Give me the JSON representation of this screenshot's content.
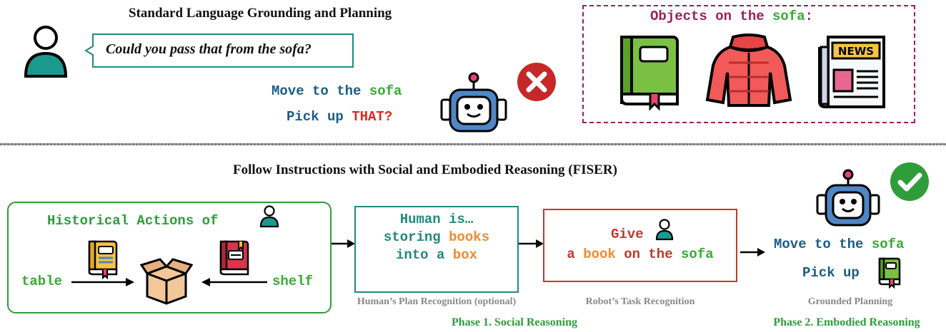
{
  "top": {
    "title": "Standard Language Grounding and Planning",
    "speech": "Could you pass that from the sofa?",
    "robot_line1": [
      "Move to the ",
      "sofa"
    ],
    "robot_line2": [
      "Pick up ",
      "THAT?"
    ],
    "objects_title": [
      "Objects on the ",
      "sofa",
      ":"
    ],
    "news_label": "NEWS"
  },
  "bottom": {
    "title": "Follow Instructions with Social and Embodied Reasoning (FISER)",
    "historical": "Historical Actions of",
    "table": "table",
    "shelf": "shelf",
    "plan_lines": [
      "Human is…",
      "storing ",
      "books",
      "into a ",
      "box"
    ],
    "task_lines": [
      "Give",
      "a ",
      "book",
      " on the ",
      "sofa"
    ],
    "grounded_line1": [
      "Move to the ",
      "sofa"
    ],
    "grounded_line2": "Pick up",
    "cap_plan": "Human’s Plan Recognition (optional)",
    "cap_task": "Robot’s Task Recognition",
    "cap_grounded": "Grounded Planning",
    "phase1": "Phase 1. Social Reasoning",
    "phase2": "Phase 2. Embodied Reasoning"
  },
  "colors": {
    "green": "#3aaa35",
    "navy": "#1b5c84",
    "red": "#e02a1f",
    "orange": "#f28a2e",
    "teal_person": "#1a9a8e",
    "dashed_box": "#9b1f55"
  }
}
